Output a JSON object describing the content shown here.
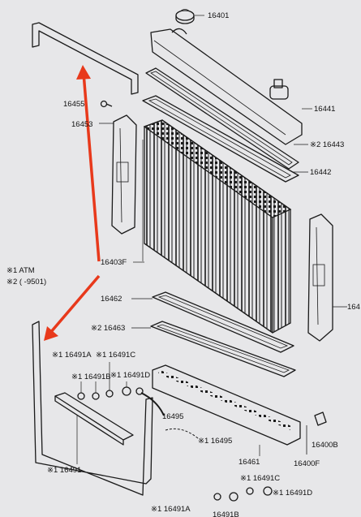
{
  "labels": {
    "l16401": "16401",
    "l16441": "16441",
    "l16443": "※2 16443",
    "l16442": "16442",
    "l16455": "16455",
    "l16453": "16453",
    "l16403F": "16403F",
    "l164right": "164",
    "l16462": "16462",
    "l16463": "※2 16463",
    "l16491A": "※1 16491A",
    "l16491B": "※1 16491B",
    "l16491C": "※1 16491C",
    "l16491D": "※1 16491D",
    "l16495a": "16495",
    "l16495b": "※1 16495",
    "l16461": "16461",
    "l16400B": "16400B",
    "l16400F": "16400F",
    "l16491": "※1 16491",
    "l16491C2": "※1 16491C",
    "l16491D2": "※1 16491D",
    "l16491A2": "※1 16491A",
    "l16491Bbot": "16491B"
  },
  "legend": {
    "note1": "※1 ATM",
    "note2": "※2 (      -9501)"
  },
  "colors": {
    "background": "#e7e7e9",
    "line": "#1a1a1a",
    "arrow": "#e8391b"
  }
}
